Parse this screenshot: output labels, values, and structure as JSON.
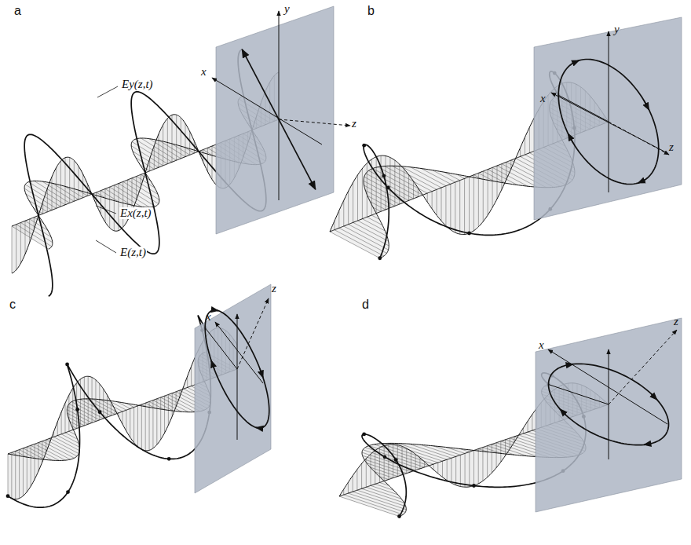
{
  "diagram": {
    "labels": [
      "a",
      "Ey(z,t)",
      "Ex(z,t)",
      "E(z,t)",
      "x",
      "y",
      "z",
      "b",
      "y",
      "x",
      "z",
      "c",
      "z",
      "x",
      "d",
      "z",
      "x"
    ]
  }
}
